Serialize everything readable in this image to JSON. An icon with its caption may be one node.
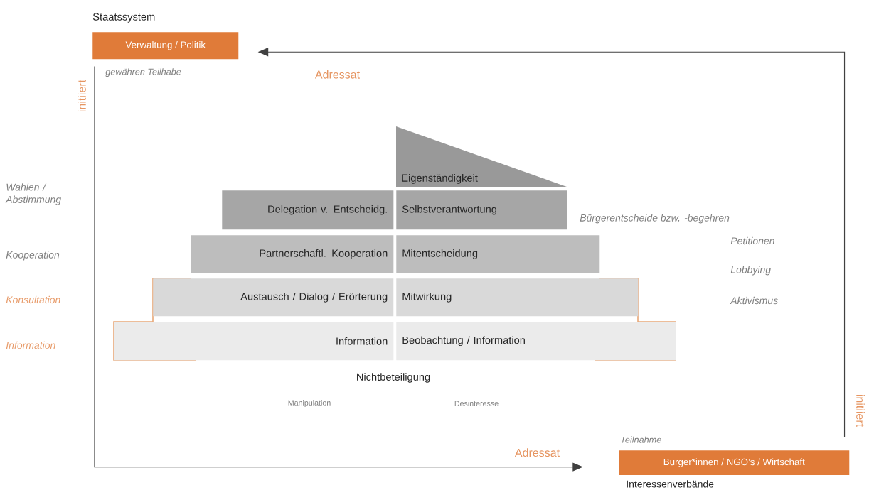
{
  "diagram": {
    "nodes": [
      {
        "text": [
          "Staatssystem",
          "Verwaltung / Politik"
        ],
        "beside": [
          "gewähren Teilhabe"
        ]
      },
      {
        "text": [
          "Eigenständigkeit"
        ]
      },
      {
        "text": [
          "Delegation v. Entscheidg."
        ]
      },
      {
        "text": [
          "Selbstverantwortung"
        ]
      },
      {
        "text": [
          "Partnerschaftl. Kooperation"
        ]
      },
      {
        "text": [
          "Mitentscheidung"
        ]
      },
      {
        "text": [
          "Austausch / Dialog / Erörterung"
        ]
      },
      {
        "text": [
          "Mitwirkung"
        ]
      },
      {
        "text": [
          "Information"
        ]
      },
      {
        "text": [
          "Beobachtung / Information"
        ]
      },
      {
        "text": [
          "Bürger*innen / NGO’s / Wirtschaft",
          "Interessenverbände"
        ],
        "beside": [
          "Teilnahme"
        ]
      }
    ],
    "edges": [
      {
        "from": 10,
        "to": 0,
        "arrow": "to",
        "label": "Adressat"
      },
      {
        "from": 0,
        "to": 10,
        "arrow": "to",
        "label": "Adressat"
      }
    ],
    "labels": [
      "initiiert",
      "Wahlen / Abstimmung",
      "Kooperation",
      "Konsultation",
      "Information",
      "Bürgerentscheide bzw. -begehren",
      "Petitionen",
      "Lobbying",
      "Aktivismus",
      "Nichtbeteiligung",
      "Manipulation",
      "Desinteresse",
      "initiiert"
    ]
  }
}
